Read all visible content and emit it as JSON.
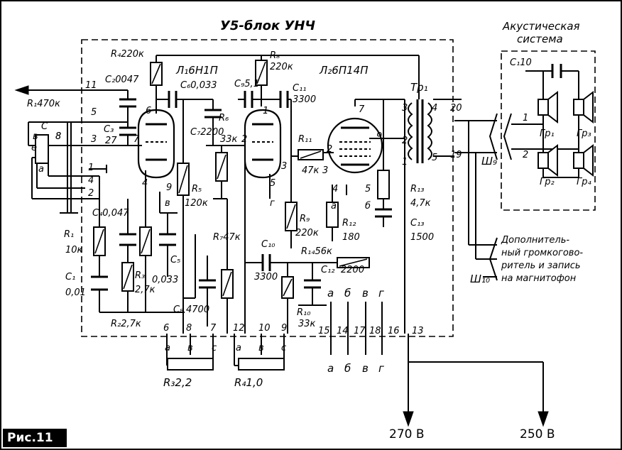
{
  "figure_label": "Рис.11",
  "block_title": "У5-блок УНЧ",
  "speaker_title": [
    "Акустическая",
    "система"
  ],
  "tube1": "Л₁6Н1П",
  "tube2": "Л₂6П14П",
  "transformer": "Тр₁",
  "jack9": "Ш₉",
  "jack10": "Ш₁₀",
  "ext_note": [
    "Дополнитель-",
    "ный громкогово-",
    "ритель и запись",
    "на магнитофон"
  ],
  "supply_270": "270 В",
  "supply_250": "250 В",
  "components": {
    "R1": "R₁",
    "R1v": "10к",
    "R1ext": "R₁470к",
    "C1": "C₁",
    "C1v": "0,01",
    "C2": "C₂0047",
    "C3": "C₃",
    "C3v": "27",
    "C4": "C₄0,047",
    "R2": "R₂2,7к",
    "R3": "R₃",
    "R3v": "2,7к",
    "R4": "R₄220к",
    "C5": "C₅",
    "C5v": "0,033",
    "C6": "C₆0,033",
    "C7": "C₇2200",
    "R5": "R₅",
    "R5v": "120к",
    "R6": "R₆",
    "R6v": "33к",
    "R7": "R₇47к",
    "C8": "C₈",
    "C8v": "4700",
    "C9": "C₉5,1",
    "R8": "R₈",
    "R8v": "220к",
    "C11": "C₁₁",
    "C11v": "3300",
    "R11": "R₁₁",
    "R11v": "47к",
    "R9": "R₉",
    "R9v": "220к",
    "C10": "C₁₀",
    "C10v": "3300",
    "R14": "R₁₄56к",
    "C12": "C₁₂",
    "C12v": "2200",
    "R10": "R₁₀",
    "R10v": "33к",
    "R12": "R₁₂",
    "R12v": "180",
    "R13": "R₁₃",
    "R13v": "4,7к",
    "C13": "C₁₃",
    "C13v": "1500",
    "Cout": "C₁10",
    "Gr1": "Гр₁",
    "Gr2": "Гр₂",
    "Gr3": "Гр₃",
    "Gr4": "Гр₄",
    "pot3": "R₃2,2",
    "pot4": "R₄1,0"
  },
  "pins_bottom": [
    "6",
    "8",
    "7",
    "12",
    "10",
    "9",
    "15",
    "14",
    "17",
    "18",
    "16",
    "13"
  ],
  "pins_bottom_letters": [
    "а",
    "в",
    "с",
    "а",
    "в",
    "с"
  ],
  "io_letters": [
    "а",
    "б",
    "в",
    "г"
  ],
  "pins_left": [
    "11",
    "5",
    "3",
    "1",
    "4",
    "2"
  ],
  "pins_misc": [
    "8",
    "6",
    "7",
    "4",
    "9",
    "1",
    "2",
    "3",
    "5",
    "7",
    "9",
    "2",
    "3",
    "4",
    "5",
    "3",
    "4",
    "2",
    "1",
    "5",
    "1",
    "2",
    "20",
    "19",
    "8",
    "в",
    "е",
    "а",
    "С",
    "в",
    "г",
    "а",
    "б"
  ]
}
